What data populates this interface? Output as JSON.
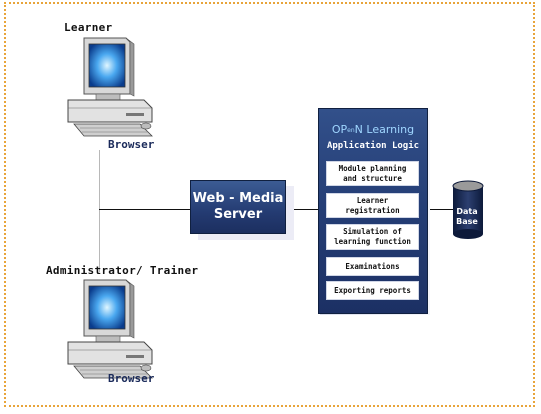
{
  "clients": {
    "learner": {
      "label": "Learner",
      "browser_label": "Browser"
    },
    "admin": {
      "label": "Administrator/ Trainer",
      "browser_label": "Browser"
    }
  },
  "server": {
    "label": "Web - Media\nServer"
  },
  "application": {
    "brand": {
      "main_before": "OP",
      "subscript": "en",
      "main_after": "N Learning"
    },
    "title": "Application Logic",
    "modules": [
      "Module planning\nand structure",
      "Learner\nregistration",
      "Simulation of\nlearning function",
      "Examinations",
      "Exporting reports"
    ]
  },
  "database": {
    "label": "Data\nBase"
  },
  "colors": {
    "frame_border": "#e8a43a",
    "panel_navy": "#243d75",
    "brand_text": "#9fd6ff",
    "monitor_screen": "#4aa8f0"
  }
}
